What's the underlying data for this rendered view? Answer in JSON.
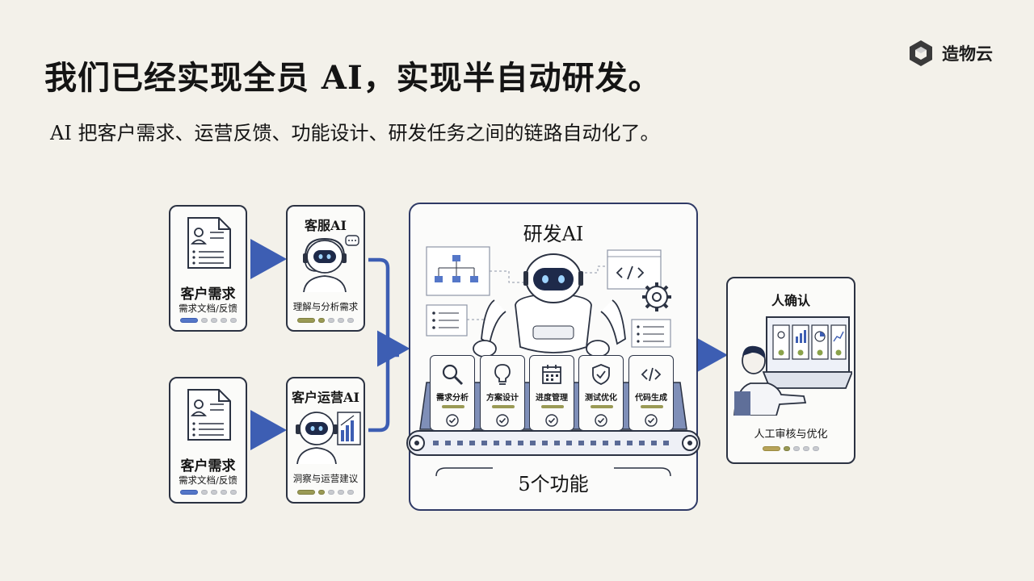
{
  "page": {
    "title": "我们已经实现全员 AI，实现半自动研发。",
    "subtitle": "AI 把客户需求、运营反馈、功能设计、研发任务之间的链路自动化了。"
  },
  "logo": {
    "text": "造物云",
    "icon": "cube-icon"
  },
  "diagram": {
    "sources": [
      {
        "title": "客户需求",
        "caption": "需求文档/反馈",
        "icon": "document-icon"
      },
      {
        "title": "客户需求",
        "caption": "需求文档/反馈",
        "icon": "document-icon"
      }
    ],
    "agents": [
      {
        "title": "客服AI",
        "caption": "理解与分析需求",
        "icon": "robot-headset-icon"
      },
      {
        "title": "客户运营AI",
        "caption": "洞察与运营建议",
        "icon": "robot-chart-icon"
      }
    ],
    "core": {
      "title": "研发AI",
      "functions": [
        {
          "label": "需求分析",
          "icon": "magnifier-icon"
        },
        {
          "label": "方案设计",
          "icon": "lightbulb-icon"
        },
        {
          "label": "进度管理",
          "icon": "calendar-icon"
        },
        {
          "label": "测试优化",
          "icon": "shield-check-icon"
        },
        {
          "label": "代码生成",
          "icon": "code-icon"
        }
      ],
      "footer": "5个功能"
    },
    "review": {
      "title": "人确认",
      "caption": "人工审核与优化",
      "icon": "person-laptop-icon"
    }
  },
  "colors": {
    "accent": "#3d5eb3",
    "ink": "#2b3242",
    "background": "#f3f1ea",
    "olive": "#9a9a55"
  }
}
